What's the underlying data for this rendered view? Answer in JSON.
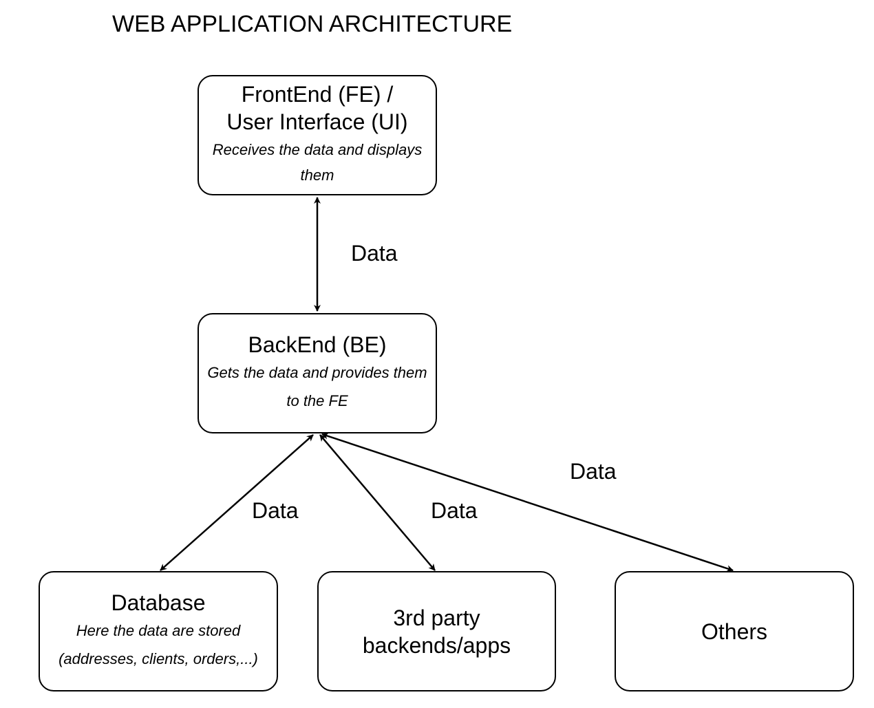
{
  "title": "WEB APPLICATION ARCHITECTURE",
  "nodes": {
    "frontend": {
      "title": "FrontEnd (FE) / User Interface (UI)",
      "line1": "FrontEnd (FE) /",
      "line2": "User Interface (UI)",
      "desc_line1": "Receives the data and displays",
      "desc_line2": "them"
    },
    "backend": {
      "title": "BackEnd (BE)",
      "desc_line1": "Gets the data and provides them",
      "desc_line2": "to the FE"
    },
    "database": {
      "title": "Database",
      "desc_line1": "Here the data are stored",
      "desc_line2": "(addresses, clients, orders,...)"
    },
    "third_party": {
      "line1": "3rd party",
      "line2": "backends/apps"
    },
    "others": {
      "title": "Others"
    }
  },
  "edges": [
    {
      "from": "frontend",
      "to": "backend",
      "label": "Data",
      "bidirectional": true
    },
    {
      "from": "backend",
      "to": "database",
      "label": "Data",
      "bidirectional": true
    },
    {
      "from": "backend",
      "to": "third_party",
      "label": "Data",
      "bidirectional": true
    },
    {
      "from": "backend",
      "to": "others",
      "label": "Data",
      "bidirectional": true
    }
  ]
}
